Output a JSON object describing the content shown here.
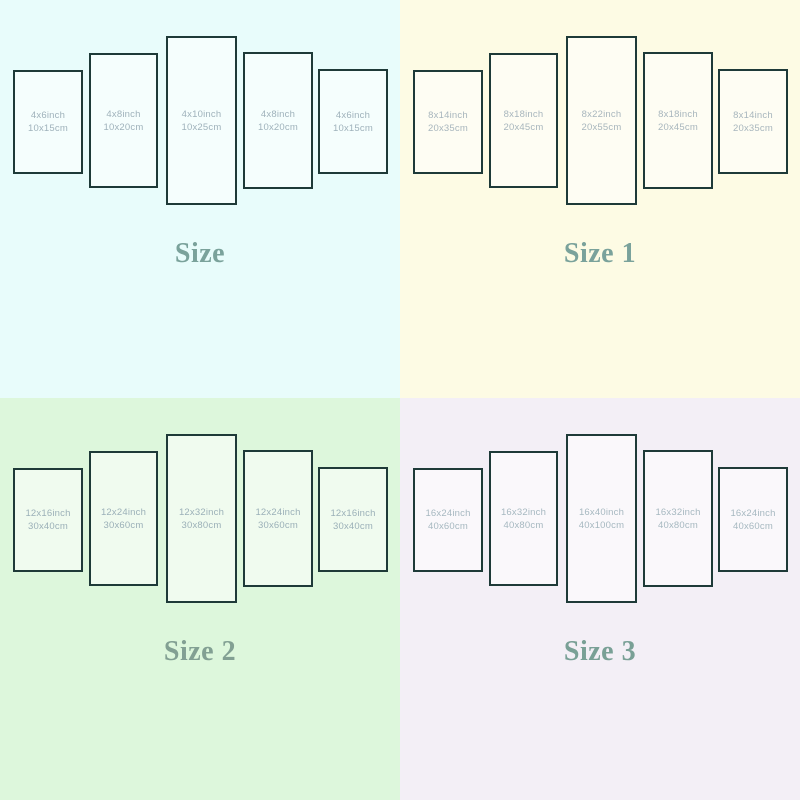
{
  "page": {
    "title": "Canvas Print Size Chart",
    "layout": "2x2 grid of size options",
    "background_colors": [
      "#e8fcfb",
      "#fdfbe4",
      "#ddf7dc",
      "#f3eff6"
    ],
    "panel_border_color": "#1e3a38",
    "label_color": "#9fb2bb",
    "title_color": "#7aa29b"
  },
  "quadrants": [
    {
      "name": "size-option-0",
      "title": "Size",
      "background": "#e8fcfb",
      "panels": [
        {
          "position": "left-outer",
          "inch": "4x6inch",
          "cm": "10x15cm"
        },
        {
          "position": "left-inner",
          "inch": "4x8inch",
          "cm": "10x20cm"
        },
        {
          "position": "center",
          "inch": "4x10inch",
          "cm": "10x25cm"
        },
        {
          "position": "right-inner",
          "inch": "4x8inch",
          "cm": "10x20cm"
        },
        {
          "position": "right-outer",
          "inch": "4x6inch",
          "cm": "10x15cm"
        }
      ]
    },
    {
      "name": "size-option-1",
      "title": "Size 1",
      "background": "#fdfbe4",
      "panels": [
        {
          "position": "left-outer",
          "inch": "8x14inch",
          "cm": "20x35cm"
        },
        {
          "position": "left-inner",
          "inch": "8x18inch",
          "cm": "20x45cm"
        },
        {
          "position": "center",
          "inch": "8x22inch",
          "cm": "20x55cm"
        },
        {
          "position": "right-inner",
          "inch": "8x18inch",
          "cm": "20x45cm"
        },
        {
          "position": "right-outer",
          "inch": "8x14inch",
          "cm": "20x35cm"
        }
      ]
    },
    {
      "name": "size-option-2",
      "title": "Size 2",
      "background": "#ddf7dc",
      "panels": [
        {
          "position": "left-outer",
          "inch": "12x16inch",
          "cm": "30x40cm"
        },
        {
          "position": "left-inner",
          "inch": "12x24inch",
          "cm": "30x60cm"
        },
        {
          "position": "center",
          "inch": "12x32inch",
          "cm": "30x80cm"
        },
        {
          "position": "right-inner",
          "inch": "12x24inch",
          "cm": "30x60cm"
        },
        {
          "position": "right-outer",
          "inch": "12x16inch",
          "cm": "30x40cm"
        }
      ]
    },
    {
      "name": "size-option-3",
      "title": "Size 3",
      "background": "#f3eff6",
      "panels": [
        {
          "position": "left-outer",
          "inch": "16x24inch",
          "cm": "40x60cm"
        },
        {
          "position": "left-inner",
          "inch": "16x32inch",
          "cm": "40x80cm"
        },
        {
          "position": "center",
          "inch": "16x40inch",
          "cm": "40x100cm"
        },
        {
          "position": "right-inner",
          "inch": "16x32inch",
          "cm": "40x80cm"
        },
        {
          "position": "right-outer",
          "inch": "16x24inch",
          "cm": "40x60cm"
        }
      ]
    }
  ]
}
